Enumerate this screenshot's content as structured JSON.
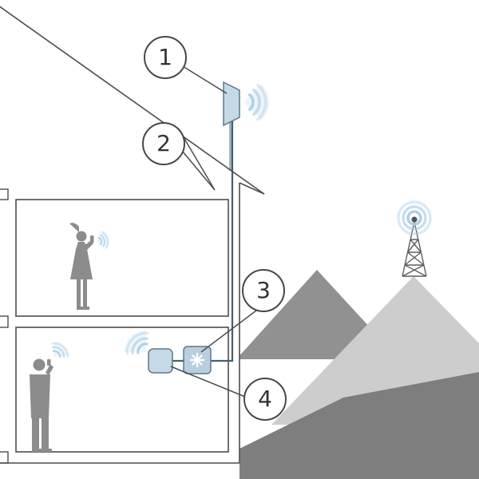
{
  "diagram": {
    "type": "cellular-signal-booster-installation",
    "callouts": [
      {
        "number": "1",
        "points_to": "outdoor-antenna"
      },
      {
        "number": "2",
        "points_to": "coax-cable"
      },
      {
        "number": "3",
        "points_to": "booster-unit"
      },
      {
        "number": "4",
        "points_to": "indoor-antenna"
      }
    ]
  },
  "colors": {
    "signal_blue": "#a9cde5",
    "signal_cone": "#dceaf5",
    "device_fill": "#c6d9e7",
    "booster_fill": "#b9cfdf",
    "mountain_medium": "#919191",
    "mountain_light": "#cdcdcd",
    "hill_dark": "#7e7e7e",
    "silhouette_gray": "#8c8c8c",
    "outline_gray": "#4d4d4d"
  }
}
